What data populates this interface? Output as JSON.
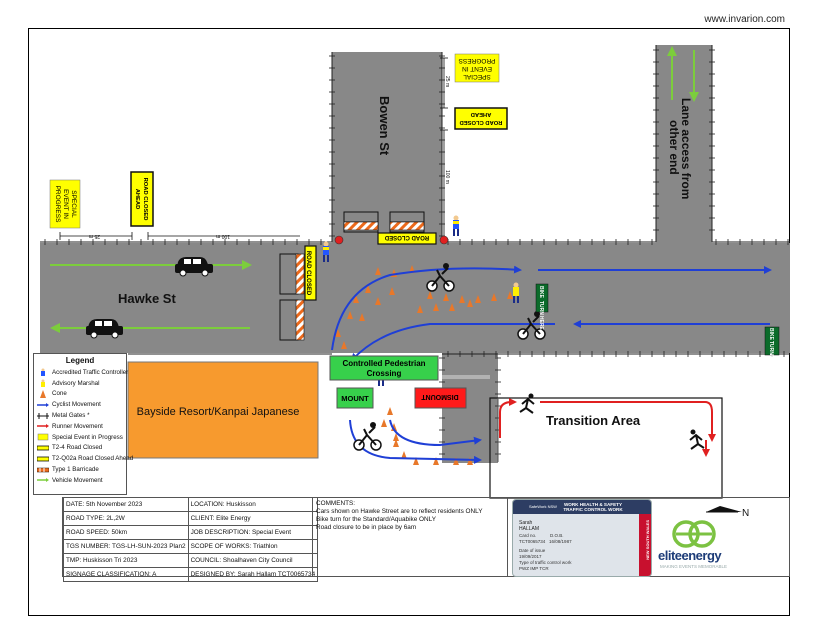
{
  "header": {
    "url": "www.invarion.com"
  },
  "streets": {
    "hawke": "Hawke St",
    "bowen": "Bowen St",
    "lane_access_1": "Lane access from",
    "lane_access_2": "other end"
  },
  "signs": {
    "special_event_top": [
      "SPECIAL",
      "EVENT IN",
      "PROGRESS"
    ],
    "road_closed_ahead_top": [
      "ROAD CLOSED",
      "AHEAD"
    ],
    "special_event_left": [
      "SPECIAL",
      "EVENT IN",
      "PROGRESS"
    ],
    "road_closed_ahead_left": [
      "ROAD CLOSED",
      "AHEAD"
    ],
    "road_closed_bowen": "ROAD CLOSED",
    "road_closed_hawke": "ROAD CLOSED",
    "bike_turn_here": [
      "BIKE",
      "TURN",
      "HERE"
    ],
    "bike_turn_ahead": [
      "BIKE",
      "TURN",
      "AHEAD"
    ],
    "mount": "MOUNT",
    "dismount": "DISMOUNT",
    "pedestrian_crossing": [
      "Controlled Pedestrian",
      "Crossing"
    ]
  },
  "distances": {
    "d25_top": "25 m",
    "d100_top": "100 m",
    "d25_left": "25 m",
    "d100_left": "100 m"
  },
  "areas": {
    "resort": "Bayside Resort/Kanpai Japanese",
    "transition": "Transition Area"
  },
  "legend": {
    "title": "Legend",
    "items": [
      "Accredited Traffic Controller",
      "Advisory Marshal",
      "Cone",
      "Cyclist Movement",
      "Metal Gates *",
      "Runner Movement",
      "Special Event in Progress",
      "T2-4 Road Closed",
      "T2-Q02a Road Closed Ahead",
      "Type 1 Barricade",
      "Vehicle Movement"
    ]
  },
  "info_table": {
    "left": [
      "DATE: 5th November 2023",
      "ROAD TYPE: 2L,2W",
      "ROAD SPEED: 50km",
      "TGS NUMBER: TGS-LH-SUN-2023 Plan2",
      "TMP: Huskisson Tri 2023",
      "SIGNAGE CLASSIFICATION: A"
    ],
    "right": [
      "LOCATION: Huskisson",
      "CLIENT: Elite Energy",
      "JOB DESCRIPTION: Special Event",
      "SCOPE OF WORKS: Triathlon",
      "COUNCIL: Shoalhaven City Council",
      "DESIGNED BY: Sarah Hallam TCT0065734"
    ]
  },
  "comments": {
    "title": "COMMENTS:",
    "lines": [
      "Cars shown on Hawke Street are to reflect residents ONLY",
      "Bike turn for the Standard/Aquabike ONLY",
      "Road closure to be in place by 6am"
    ]
  },
  "card": {
    "brand": "SafeWork NSW",
    "title": [
      "WORK HEALTH & SAFETY",
      "TRAFFIC CONTROL WORK"
    ],
    "name": [
      "Sarah",
      "HALLAM"
    ],
    "card_no_label": "Card no.",
    "card_no": "TCT0065734",
    "dob_label": "D.O.B.",
    "dob": "16/08/1987",
    "issue_label": "Date of issue",
    "issue": "19/09/2017",
    "type_label": "Type of traffic control work",
    "type": "PWZ IMP TCR",
    "side": "NEW SOUTH WALES"
  },
  "logo": {
    "name": "eliteenergy",
    "tagline": "MAKING EVENTS MEMORABLE"
  },
  "north": "N",
  "colors": {
    "road": "#888888",
    "sign_yellow": "#ffff00",
    "cyclist": "#1f3fd6",
    "runner": "#e02020",
    "vehicle": "#7ccd3c",
    "resort": "#f79a2e",
    "crossing": "#37d04b",
    "bike_sign": "#0b6b2a",
    "cone": "#e8782a"
  }
}
